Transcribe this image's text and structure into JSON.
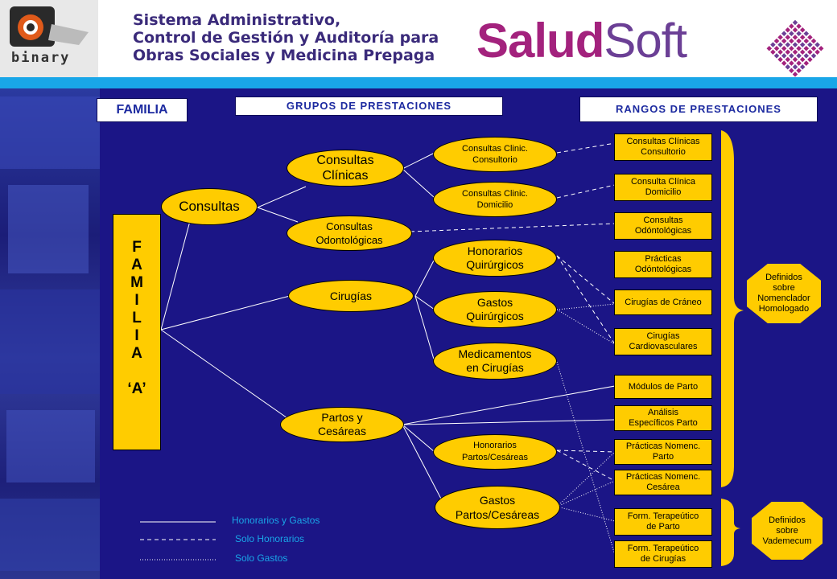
{
  "header": {
    "logo_text": "binary",
    "system_title_lines": [
      "Sistema Administrativo,",
      "Control de Gestión y Auditoría para",
      "Obras Sociales y Medicina Prepaga"
    ],
    "brand_part1": "Salud",
    "brand_part2": "Soft"
  },
  "headers": {
    "familia": "FAMILIA",
    "grupos": "GRUPOS DE PRESTACIONES",
    "rangos": "RANGOS DE PRESTACIONES"
  },
  "familia_letters": [
    "F",
    "A",
    "M",
    "I",
    "L",
    "I",
    "A",
    "",
    "‘A’"
  ],
  "families": {
    "consultas": "Consultas",
    "cirugias": "Cirugías",
    "partos": "Partos y\nCesáreas"
  },
  "groups": {
    "consultas_clinicas": "Consultas\nClínicas",
    "consultas_odonto": "Consultas\nOdontológicas",
    "cc_consultorio": "Consultas  Clinic.\nConsultorio",
    "cc_domicilio": "Consultas  Clinic.\nDomicilio",
    "hon_quir": "Honorarios\nQuirúrgicos",
    "gastos_quir": "Gastos\nQuirúrgicos",
    "medicamentos": "Medicamentos\nen Cirugías",
    "hon_partos": "Honorarios\nPartos/Cesáreas",
    "gastos_partos": "Gastos\nPartos/Cesáreas"
  },
  "ranges": [
    "Consultas  Clínicas\nConsultorio",
    "Consulta  Clínica\nDomicilio",
    "Consultas\nOdóntológicas",
    "Prácticas\nOdóntológicas",
    "Cirugías  de Cráneo",
    "Cirugías\nCardiovasculares",
    "Módulos  de Parto",
    "Análisis\nEspecíficos  Parto",
    "Prácticas Nomenc.\nParto",
    "Prácticas Nomenc.\nCesárea",
    "Form.  Terapeútico\nde Parto",
    "Form.  Terapeútico\nde Cirugías"
  ],
  "definitions": {
    "nomenclador": "Definidos\nsobre\nNomenclador\nHomologado",
    "vademecum": "Definidos\nsobre\nVademecum"
  },
  "legend": {
    "solid": "Honorarios  y  Gastos",
    "dashed": "Solo  Honorarios",
    "dotted": "Solo  Gastos"
  },
  "colors": {
    "background": "#1b1586",
    "node": "#ffcc00",
    "accent_blue": "#19a6e8",
    "brand_magenta": "#a3227d",
    "brand_purple": "#6b3f95"
  }
}
